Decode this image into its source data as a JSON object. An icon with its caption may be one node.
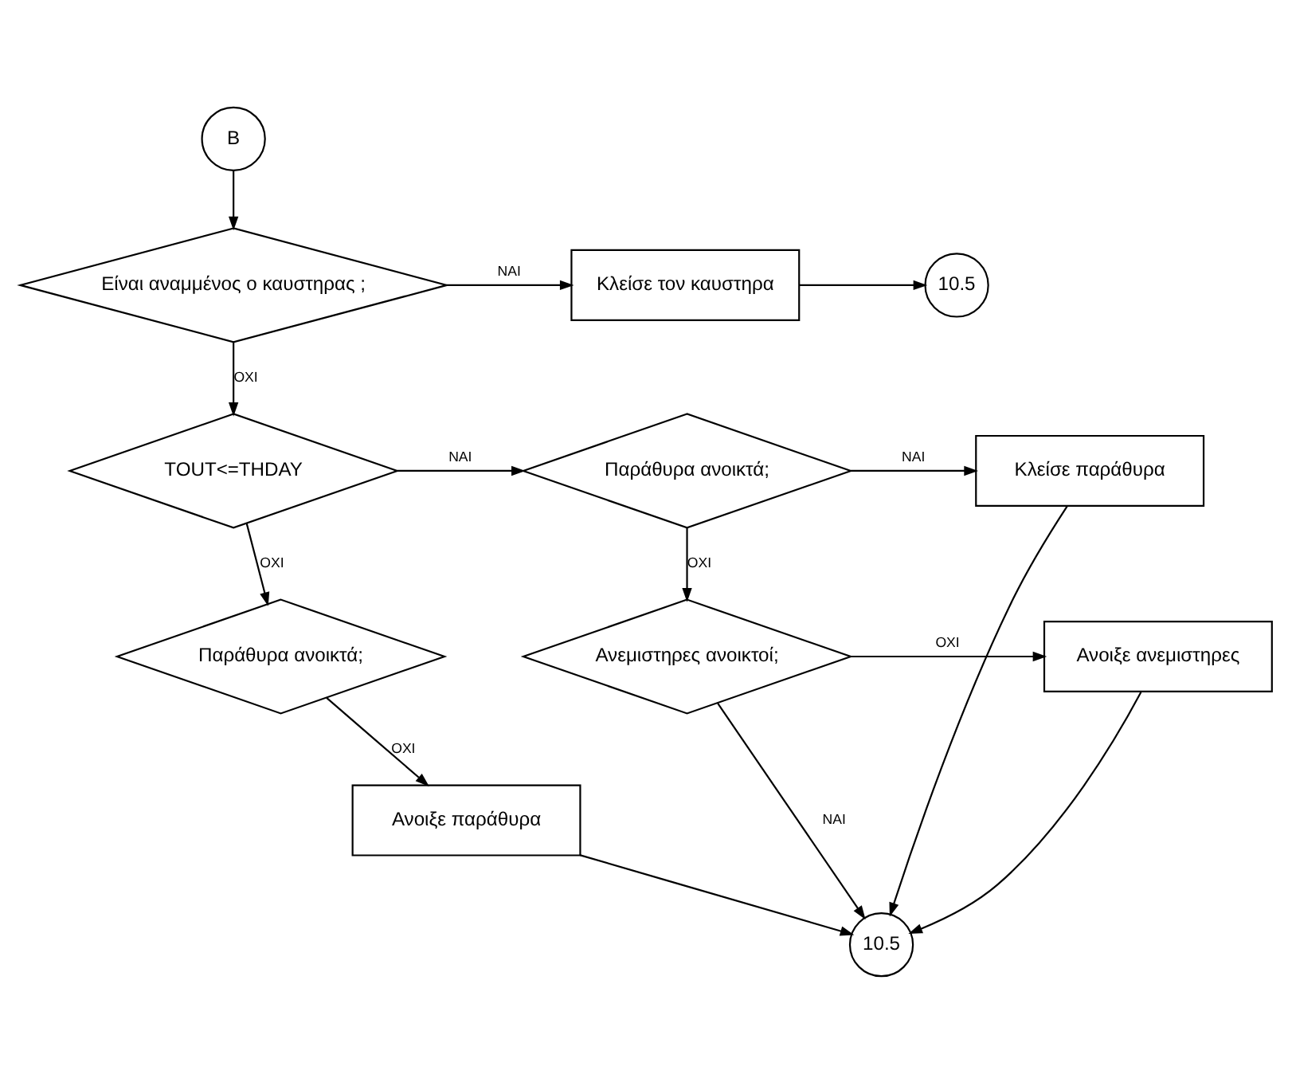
{
  "diagram": {
    "nodes": [
      {
        "text": [
          "B"
        ]
      },
      {
        "text": [
          "Είναι αναμμένος ο καυστηρας ;"
        ]
      },
      {
        "text": [
          "Κλείσε τον καυστηρα"
        ]
      },
      {
        "text": [
          "10.5"
        ]
      },
      {
        "text": [
          "TOUT<=THDAY"
        ]
      },
      {
        "text": [
          "Παράθυρα ανοικτά;"
        ]
      },
      {
        "text": [
          "Κλείσε παράθυρα"
        ]
      },
      {
        "text": [
          "Παράθυρα ανοικτά;"
        ]
      },
      {
        "text": [
          "Ανεμιστηρες ανοικτοί;"
        ]
      },
      {
        "text": [
          "Ανοιξε ανεμιστηρες"
        ]
      },
      {
        "text": [
          "Ανοιξε παράθυρα"
        ]
      },
      {
        "text": [
          "10.5"
        ]
      }
    ],
    "edges": [
      {
        "from": 0,
        "to": 1,
        "arrow": "to"
      },
      {
        "from": 1,
        "to": 2,
        "arrow": "to",
        "label": "ΝΑΙ"
      },
      {
        "from": 2,
        "to": 3,
        "arrow": "to"
      },
      {
        "from": 1,
        "to": 4,
        "arrow": "to",
        "label": "ΟΧΙ"
      },
      {
        "from": 4,
        "to": 5,
        "arrow": "to",
        "label": "ΝΑΙ"
      },
      {
        "from": 5,
        "to": 6,
        "arrow": "to",
        "label": "ΝΑΙ"
      },
      {
        "from": 4,
        "to": 7,
        "arrow": "to",
        "label": "ΟΧΙ"
      },
      {
        "from": 5,
        "to": 8,
        "arrow": "to",
        "label": "ΟΧΙ"
      },
      {
        "from": 8,
        "to": 9,
        "arrow": "to",
        "label": "ΟΧΙ"
      },
      {
        "from": 7,
        "to": 10,
        "arrow": "to",
        "label": "ΟΧΙ"
      },
      {
        "from": 10,
        "to": 11,
        "arrow": "to"
      },
      {
        "from": 8,
        "to": 11,
        "arrow": "to",
        "label": "ΝΑΙ"
      },
      {
        "from": 9,
        "to": 11,
        "arrow": "to"
      },
      {
        "from": 6,
        "to": 11,
        "arrow": "to"
      }
    ]
  }
}
